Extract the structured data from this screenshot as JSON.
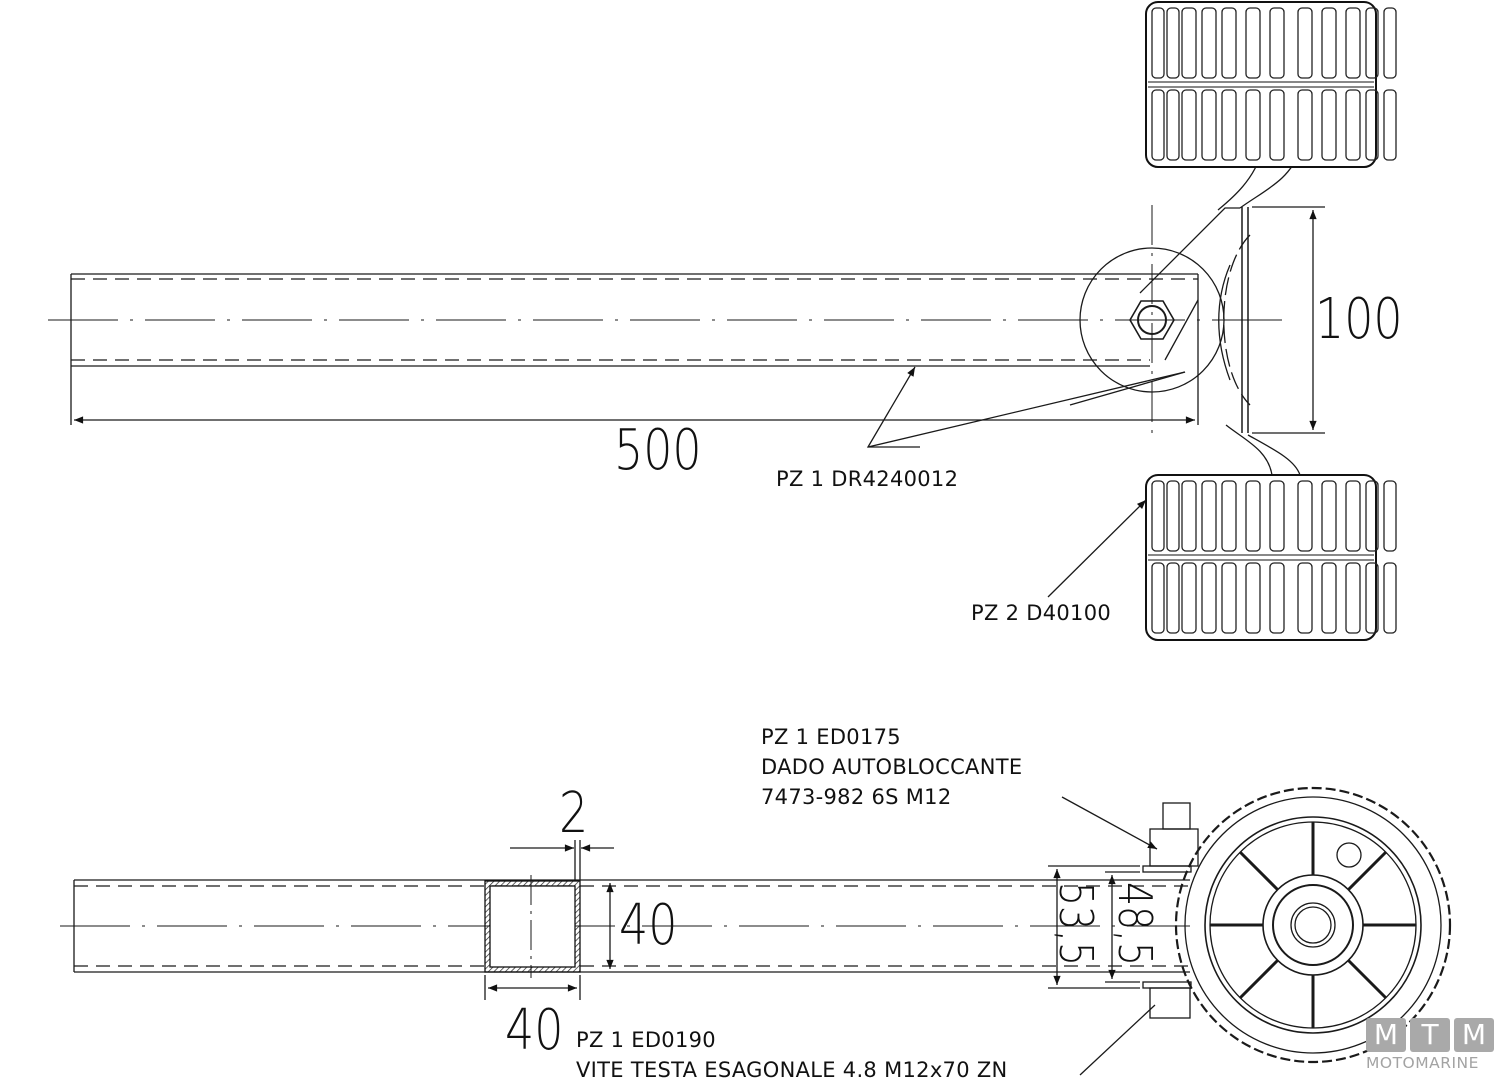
{
  "drawing": {
    "top_view": {
      "dimensions": {
        "length": "500",
        "height": "100"
      },
      "callouts": [
        {
          "id": "tube",
          "text": "PZ 1 DR4240012"
        },
        {
          "id": "roller",
          "text": "PZ 2 D40100"
        }
      ]
    },
    "side_view": {
      "dimensions": {
        "wall_thickness": "2",
        "profile_height": "40",
        "profile_width": "40",
        "outer_span": "53,5",
        "inner_span": "48,5"
      },
      "callouts": [
        {
          "id": "nut",
          "lines": [
            "PZ 1 ED0175",
            "DADO AUTOBLOCCANTE",
            "7473-982 6S M12"
          ]
        },
        {
          "id": "bolt",
          "lines": [
            "PZ 1 ED0190",
            "VITE TESTA ESAGONALE 4.8 M12x70 ZN"
          ]
        }
      ]
    }
  },
  "logo": {
    "letters": [
      "M",
      "T",
      "M"
    ],
    "subtitle": "MOTOMARINE",
    "color": "#a9a9a9"
  },
  "colors": {
    "line": "#1a1a1a",
    "background": "#ffffff"
  }
}
